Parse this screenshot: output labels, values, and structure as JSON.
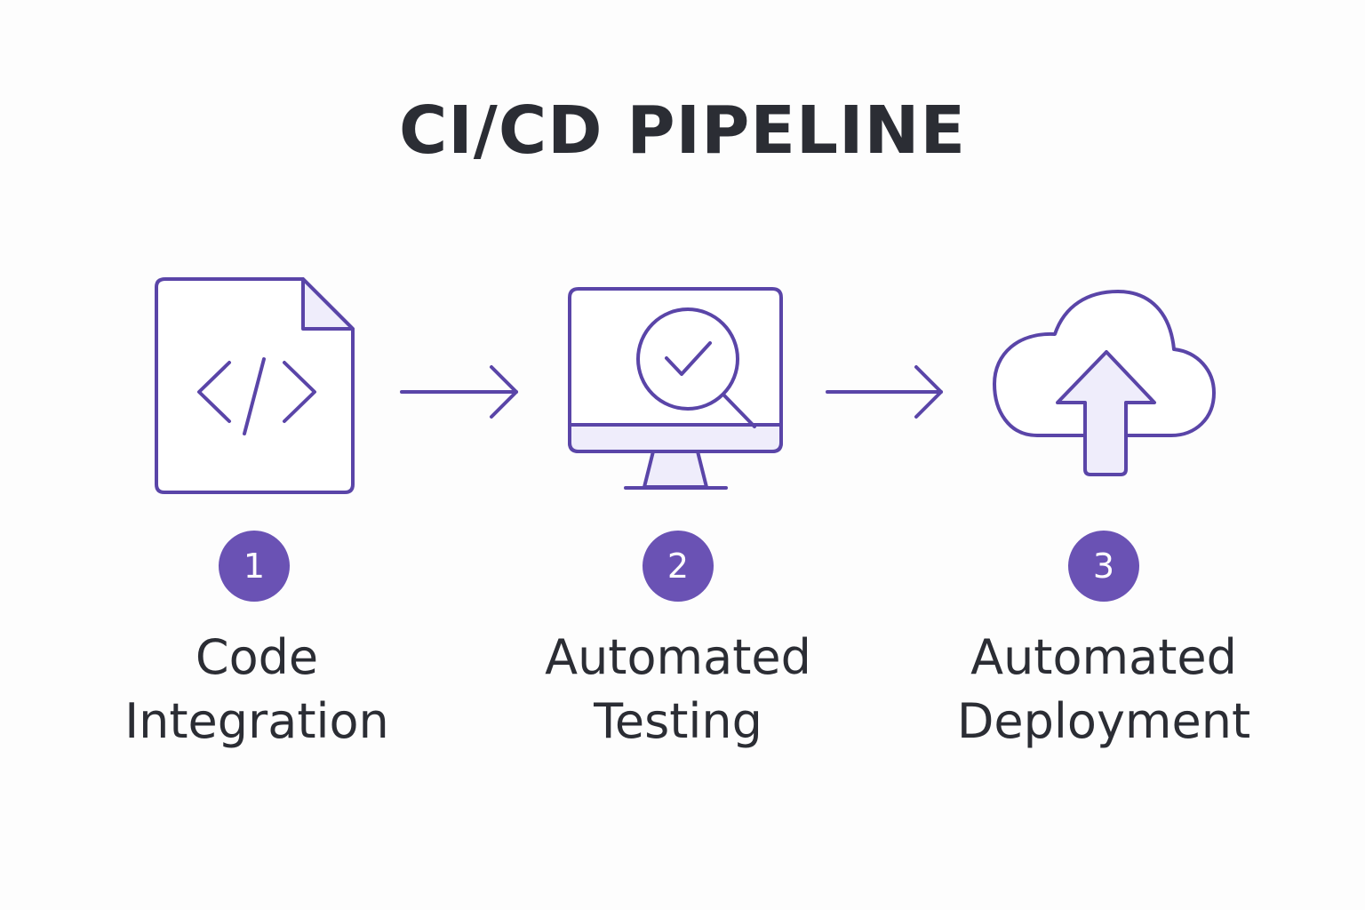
{
  "diagram": {
    "title": "CI/CD PIPELINE",
    "accent_color": "#5a45a8",
    "fill_color": "#efedfb",
    "steps": [
      {
        "number": "1",
        "icon": "code-file-icon",
        "label_line1": "Code",
        "label_line2": "Integration"
      },
      {
        "number": "2",
        "icon": "monitor-magnifier-check-icon",
        "label_line1": "Automated",
        "label_line2": "Testing"
      },
      {
        "number": "3",
        "icon": "cloud-upload-icon",
        "label_line1": "Automated",
        "label_line2": "Deployment"
      }
    ],
    "connectors": [
      {
        "from": "1",
        "to": "2",
        "icon": "arrow-right-icon"
      },
      {
        "from": "2",
        "to": "3",
        "icon": "arrow-right-icon"
      }
    ]
  }
}
